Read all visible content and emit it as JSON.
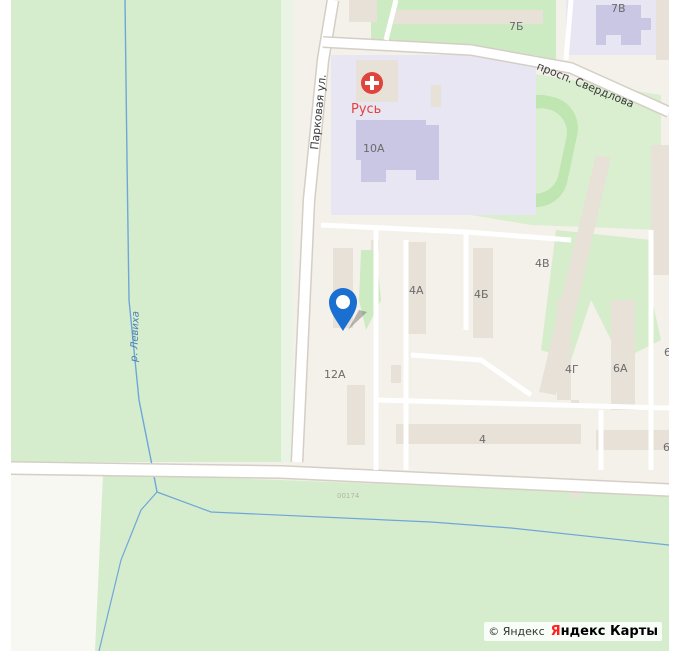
{
  "map": {
    "streets": {
      "parkovaya": "Парковая ул.",
      "sverdlova": "просп. Свердлова"
    },
    "river": "р. Левиха",
    "poi": {
      "name": "Русь",
      "icon": "pharmacy-cross-icon",
      "color": "#e0433c"
    },
    "buildings": {
      "b7v": "7В",
      "b7b": "7Б",
      "b10a": "10А",
      "b4a": "4А",
      "b4b": "4Б",
      "b4v": "4В",
      "b4g": "4Г",
      "b6a": "6А",
      "b12a": "12А",
      "b4": "4",
      "b6_partial": "6",
      "b6_partial_2": "6"
    },
    "road_number": "00174",
    "marker": {
      "icon": "location-pin-icon",
      "color": "#1a6fd0"
    },
    "colors": {
      "forest": "#d6edcd",
      "park": "#bfe6b0",
      "building": "#e7e1d8",
      "school": "#c9c7e3",
      "water": "#6fa6da",
      "road": "#ffffff",
      "road_edge": "#d4cec5",
      "background": "#f4f1ea"
    }
  },
  "attribution": {
    "copyright": "© Яндекс",
    "brand_prefix": "Я",
    "brand_rest": "ндекс Карты"
  }
}
